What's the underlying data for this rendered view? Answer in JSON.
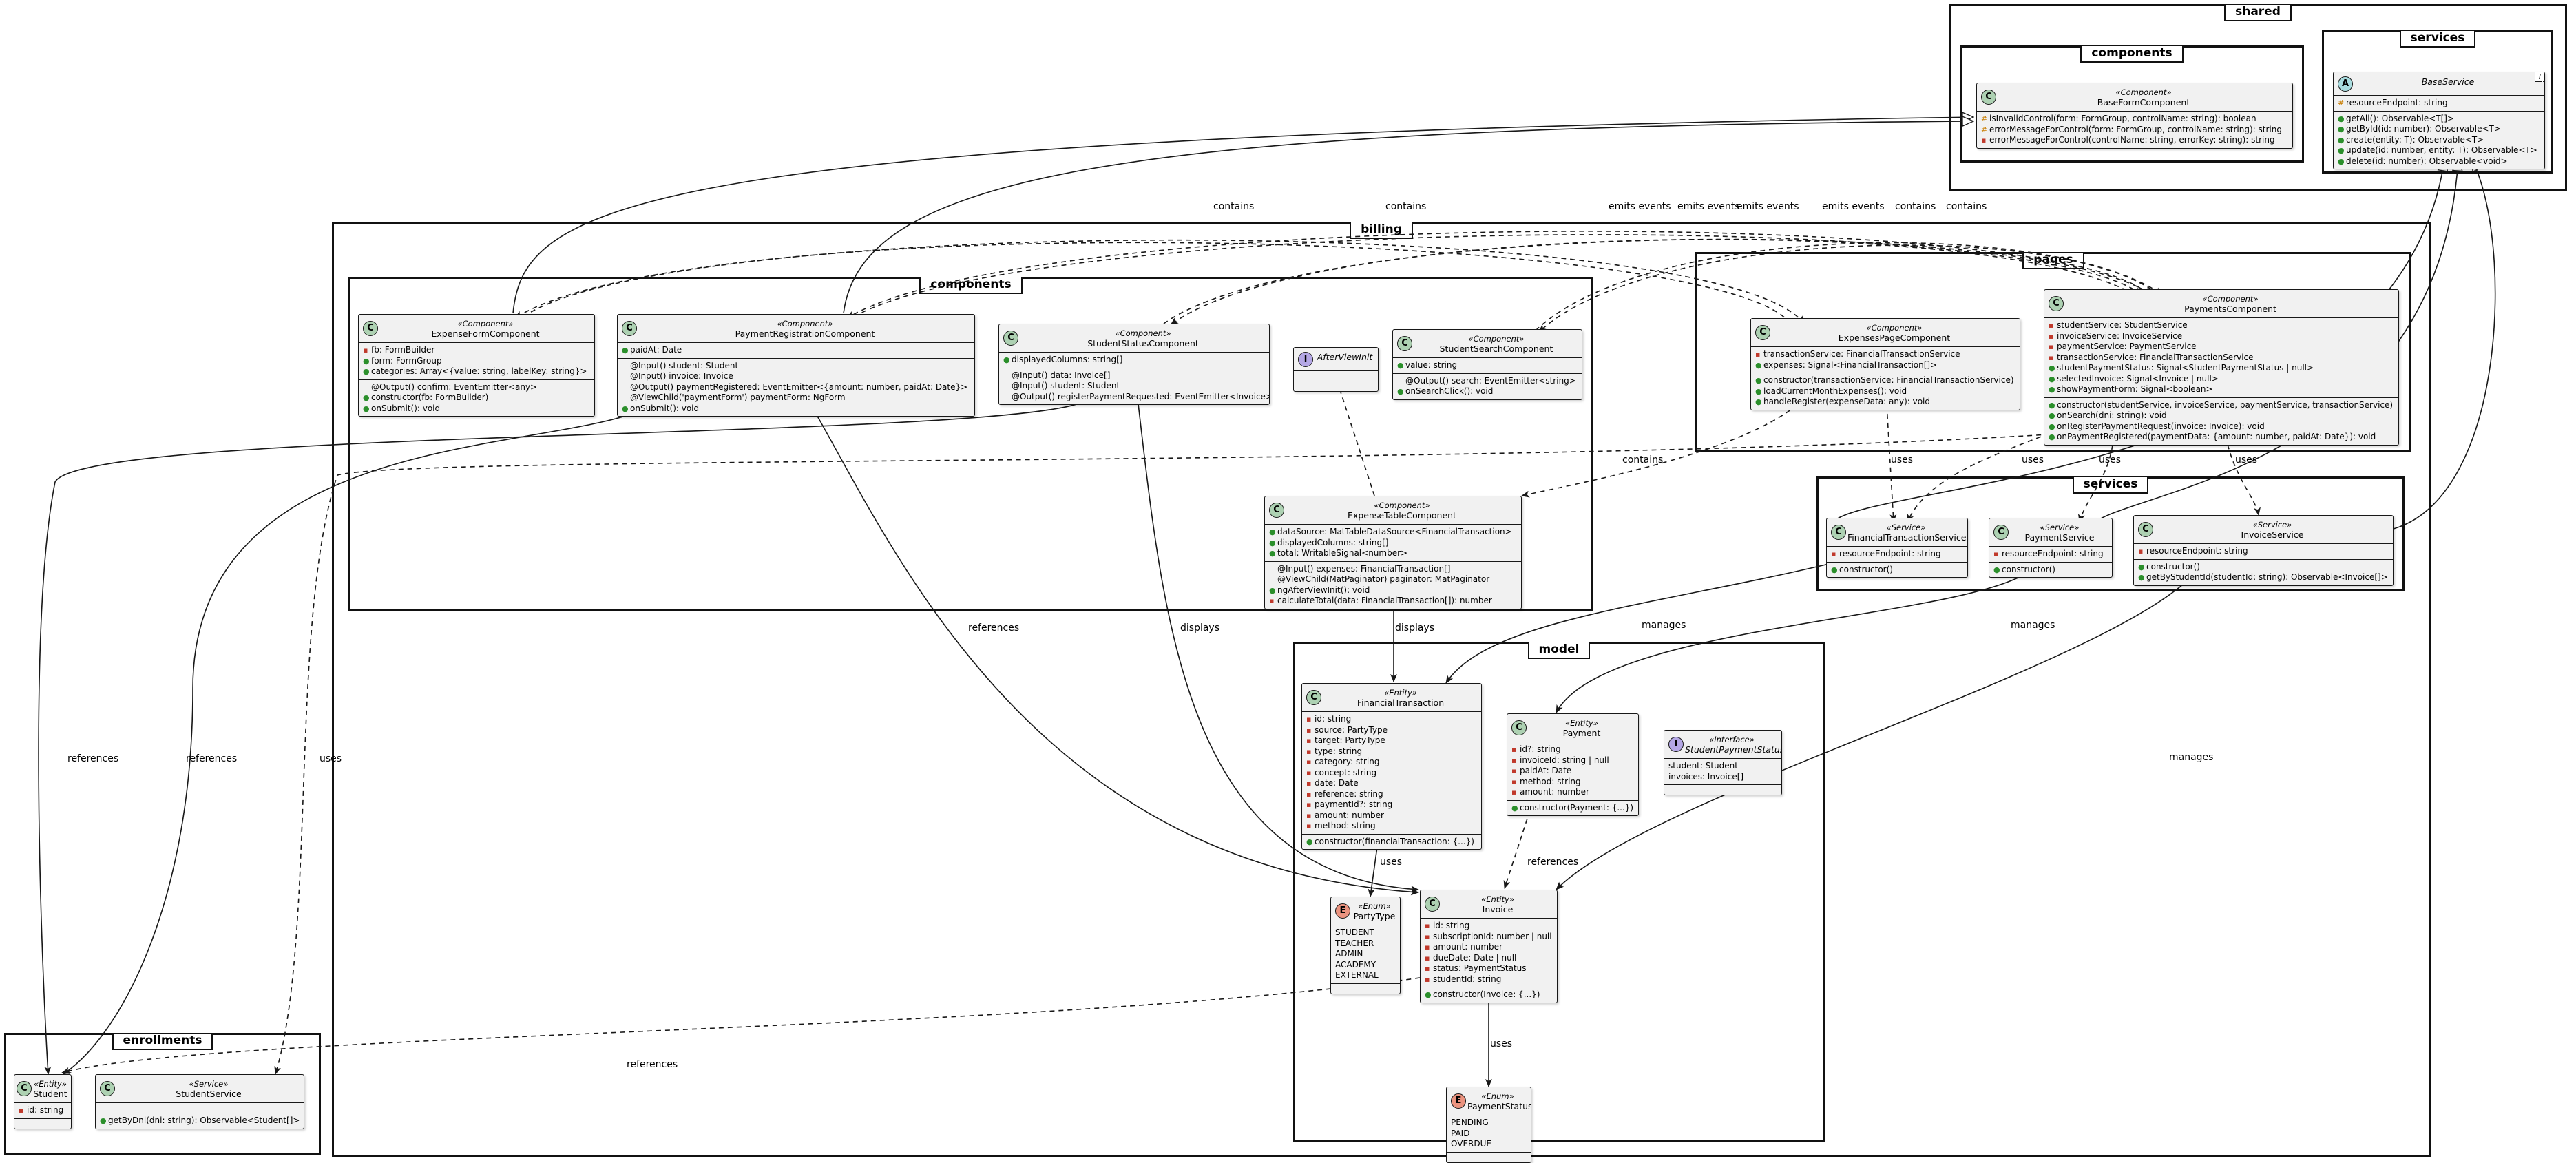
{
  "packages": {
    "shared": "shared",
    "shared_components": "components",
    "shared_services": "services",
    "billing": "billing",
    "billing_components": "components",
    "pages": "pages",
    "billing_services": "services",
    "model": "model",
    "enrollments": "enrollments"
  },
  "classes": {
    "base_form": {
      "stereotype": "«Component»",
      "name": "BaseFormComponent",
      "fields": [
        "isInvalidControl(form: FormGroup, controlName: string): boolean",
        "errorMessageForControl(form: FormGroup, controlName: string): string",
        "errorMessageForControl(controlName: string, errorKey: string): string"
      ]
    },
    "base_service": {
      "name": "BaseService",
      "tparam": "T",
      "fields": [
        "resourceEndpoint: string"
      ],
      "methods": [
        "getAll(): Observable<T[]>",
        "getById(id: number): Observable<T>",
        "create(entity: T): Observable<T>",
        "update(id: number, entity: T): Observable<T>",
        "delete(id: number): Observable<void>"
      ]
    },
    "expense_form": {
      "stereotype": "«Component»",
      "name": "ExpenseFormComponent",
      "fields": [
        "fb: FormBuilder",
        "form: FormGroup",
        "categories: Array<{value: string, labelKey: string}>"
      ],
      "methods": [
        "@Output() confirm: EventEmitter<any>",
        "constructor(fb: FormBuilder)",
        "onSubmit(): void"
      ]
    },
    "payment_registration": {
      "stereotype": "«Component»",
      "name": "PaymentRegistrationComponent",
      "fields": [
        "paidAt: Date"
      ],
      "methods": [
        "@Input() student: Student",
        "@Input() invoice: Invoice",
        "@Output() paymentRegistered: EventEmitter<{amount: number, paidAt: Date}>",
        "@ViewChild('paymentForm') paymentForm: NgForm",
        "onSubmit(): void"
      ]
    },
    "student_status": {
      "stereotype": "«Component»",
      "name": "StudentStatusComponent",
      "fields": [
        "displayedColumns: string[]"
      ],
      "methods": [
        "@Input() data: Invoice[]",
        "@Input() student: Student",
        "@Output() registerPaymentRequested: EventEmitter<Invoice>"
      ]
    },
    "after_view_init": {
      "name": "AfterViewInit"
    },
    "student_search": {
      "stereotype": "«Component»",
      "name": "StudentSearchComponent",
      "fields": [
        "value: string"
      ],
      "methods": [
        "@Output() search: EventEmitter<string>",
        "onSearchClick(): void"
      ]
    },
    "expense_table": {
      "stereotype": "«Component»",
      "name": "ExpenseTableComponent",
      "fields": [
        "dataSource: MatTableDataSource<FinancialTransaction>",
        "displayedColumns: string[]",
        "total: WritableSignal<number>"
      ],
      "methods": [
        "@Input() expenses: FinancialTransaction[]",
        "@ViewChild(MatPaginator) paginator: MatPaginator",
        "ngAfterViewInit(): void",
        "calculateTotal(data: FinancialTransaction[]): number"
      ]
    },
    "expenses_page": {
      "stereotype": "«Component»",
      "name": "ExpensesPageComponent",
      "fields": [
        "transactionService: FinancialTransactionService",
        "expenses: Signal<FinancialTransaction[]>"
      ],
      "methods": [
        "constructor(transactionService: FinancialTransactionService)",
        "loadCurrentMonthExpenses(): void",
        "handleRegister(expenseData: any): void"
      ]
    },
    "payments": {
      "stereotype": "«Component»",
      "name": "PaymentsComponent",
      "fields": [
        "studentService: StudentService",
        "invoiceService: InvoiceService",
        "paymentService: PaymentService",
        "transactionService: FinancialTransactionService",
        "studentPaymentStatus: Signal<StudentPaymentStatus | null>",
        "selectedInvoice: Signal<Invoice | null>",
        "showPaymentForm: Signal<boolean>"
      ],
      "methods": [
        "constructor(studentService, invoiceService, paymentService, transactionService)",
        "onSearch(dni: string): void",
        "onRegisterPaymentRequest(invoice: Invoice): void",
        "onPaymentRegistered(paymentData: {amount: number, paidAt: Date}): void"
      ]
    },
    "fin_tx_service": {
      "stereotype": "«Service»",
      "name": "FinancialTransactionService",
      "fields": [
        "resourceEndpoint: string"
      ],
      "methods": [
        "constructor()"
      ]
    },
    "payment_service": {
      "stereotype": "«Service»",
      "name": "PaymentService",
      "fields": [
        "resourceEndpoint: string"
      ],
      "methods": [
        "constructor()"
      ]
    },
    "invoice_service": {
      "stereotype": "«Service»",
      "name": "InvoiceService",
      "fields": [
        "resourceEndpoint: string"
      ],
      "methods": [
        "constructor()",
        "getByStudentId(studentId: string): Observable<Invoice[]>"
      ]
    },
    "financial_transaction": {
      "stereotype": "«Entity»",
      "name": "FinancialTransaction",
      "fields": [
        "id: string",
        "source: PartyType",
        "target: PartyType",
        "type: string",
        "category: string",
        "concept: string",
        "date: Date",
        "reference: string",
        "paymentId?: string",
        "amount: number",
        "method: string"
      ],
      "methods": [
        "constructor(financialTransaction: {...})"
      ]
    },
    "payment": {
      "stereotype": "«Entity»",
      "name": "Payment",
      "fields": [
        "id?: string",
        "invoiceId: string | null",
        "paidAt: Date",
        "method: string",
        "amount: number"
      ],
      "methods": [
        "constructor(Payment: {...})"
      ]
    },
    "student_payment_status": {
      "stereotype": "«Interface»",
      "name": "StudentPaymentStatus",
      "fields": [
        "student: Student",
        "invoices: Invoice[]"
      ]
    },
    "party_type": {
      "stereotype": "«Enum»",
      "name": "PartyType",
      "values": [
        "STUDENT",
        "TEACHER",
        "ADMIN",
        "ACADEMY",
        "EXTERNAL"
      ]
    },
    "invoice": {
      "stereotype": "«Entity»",
      "name": "Invoice",
      "fields": [
        "id: string",
        "subscriptionId: number | null",
        "amount: number",
        "dueDate: Date | null",
        "status: PaymentStatus",
        "studentId: string"
      ],
      "methods": [
        "constructor(Invoice: {...})"
      ]
    },
    "payment_status": {
      "stereotype": "«Enum»",
      "name": "PaymentStatus",
      "values": [
        "PENDING",
        "PAID",
        "OVERDUE"
      ]
    },
    "student": {
      "stereotype": "«Entity»",
      "name": "Student",
      "fields": [
        "id: string"
      ]
    },
    "student_service": {
      "stereotype": "«Service»",
      "name": "StudentService",
      "methods": [
        "getByDni(dni: string): Observable<Student[]>"
      ]
    }
  },
  "labels": {
    "contains_1": "contains",
    "contains_2": "contains",
    "emits_events_1": "emits events",
    "emits_events_2": "emits events",
    "emits_events_3": "emits events",
    "emits_events_4": "emits events",
    "contains_3": "contains",
    "contains_4": "contains",
    "contains_5": "contains",
    "uses_1": "uses",
    "uses_2": "uses",
    "uses_3": "uses",
    "uses_4": "uses",
    "manages_1": "manages",
    "manages_2": "manages",
    "manages_3": "manages",
    "displays_1": "displays",
    "displays_2": "displays",
    "references_1": "references",
    "references_2": "references",
    "references_3": "references",
    "references_4": "references",
    "uses_5": "uses",
    "uses_6": "uses",
    "uses_7": "uses"
  }
}
